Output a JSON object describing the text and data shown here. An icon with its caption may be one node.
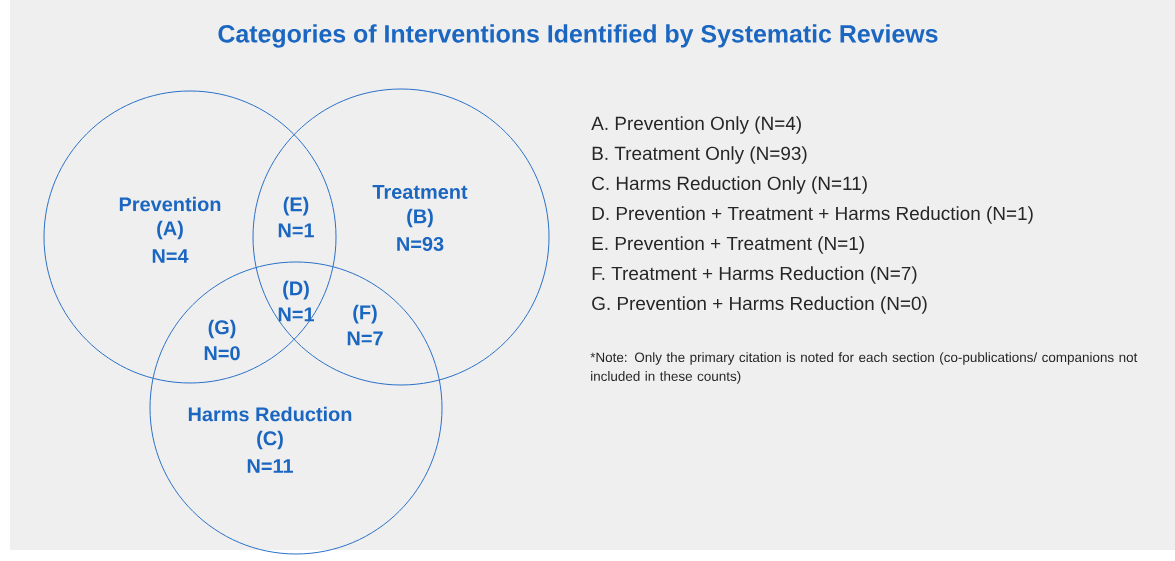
{
  "diagram": {
    "title": "Categories of Interventions Identified by Systematic Reviews",
    "nodes": [
      {
        "text": [
          "Prevention",
          "(A)",
          "N=4"
        ]
      },
      {
        "text": [
          "Treatment",
          "(B)",
          "N=93"
        ]
      },
      {
        "text": [
          "Harms Reduction",
          "(C)",
          "N=11"
        ]
      }
    ],
    "labels": [
      "(E) N=1",
      "(D) N=1",
      "(G) N=0",
      "(F) N=7",
      "A. Prevention Only (N=4)",
      "B. Treatment Only (N=93)",
      "C. Harms Reduction Only (N=11)",
      "D. Prevention + Treatment + Harms Reduction (N=1)",
      "E. Prevention + Treatment (N=1)",
      "F. Treatment + Harms Reduction (N=7)",
      "G. Prevention + Harms Reduction (N=0)",
      "*Note: Only the primary citation is noted for each section (co-publications/ companions not included in these counts)"
    ]
  }
}
